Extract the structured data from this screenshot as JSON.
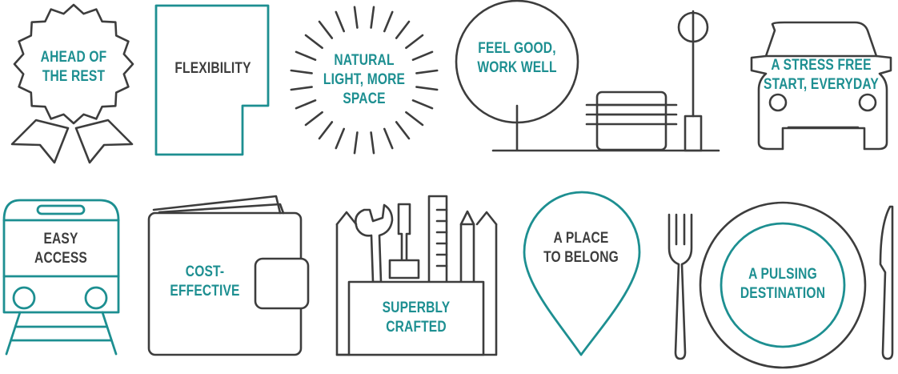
{
  "colors": {
    "accent": "#1d8f91",
    "ink": "#3d3d3d",
    "background": "#ffffff"
  },
  "features": [
    {
      "icon": "rosette-icon",
      "label_lines": [
        "AHEAD OF",
        "THE REST"
      ],
      "label_color": "teal"
    },
    {
      "icon": "floorplan-icon",
      "label_lines": [
        "FLEXIBILITY"
      ],
      "label_color": "dark"
    },
    {
      "icon": "sunburst-icon",
      "label_lines": [
        "NATURAL",
        "LIGHT, MORE",
        "SPACE"
      ],
      "label_color": "teal"
    },
    {
      "icon": "park-scene-icon",
      "label_lines": [
        "FEEL GOOD,",
        "WORK WELL"
      ],
      "label_color": "teal"
    },
    {
      "icon": "car-icon",
      "label_lines": [
        "A STRESS FREE",
        "START, EVERYDAY"
      ],
      "label_color": "teal"
    },
    {
      "icon": "train-icon",
      "label_lines": [
        "EASY",
        "ACCESS"
      ],
      "label_color": "dark"
    },
    {
      "icon": "wallet-icon",
      "label_lines": [
        "COST-",
        "EFFECTIVE"
      ],
      "label_color": "teal"
    },
    {
      "icon": "toolbox-icon",
      "label_lines": [
        "SUPERBLY",
        "CRAFTED"
      ],
      "label_color": "teal"
    },
    {
      "icon": "map-pin-icon",
      "label_lines": [
        "A PLACE",
        "TO BELONG"
      ],
      "label_color": "dark"
    },
    {
      "icon": "plate-cutlery-icon",
      "label_lines": [
        "A PULSING",
        "DESTINATION"
      ],
      "label_color": "teal"
    }
  ]
}
